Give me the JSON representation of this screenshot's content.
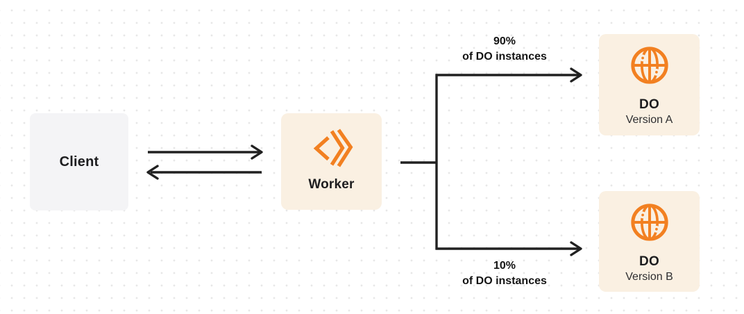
{
  "diagram": {
    "client": {
      "label": "Client"
    },
    "worker": {
      "label": "Worker"
    },
    "do_version_a": {
      "title": "DO",
      "subtitle": "Version A"
    },
    "do_version_b": {
      "title": "DO",
      "subtitle": "Version B"
    },
    "branch_a_label": {
      "line1": "90%",
      "line2": "of DO instances"
    },
    "branch_b_label": {
      "line1": "10%",
      "line2": "of DO instances"
    }
  },
  "icons": {
    "worker_icon": "workers-chevron-icon",
    "do_icon": "globe-icon"
  },
  "colors": {
    "accent_orange": "#F28021",
    "box_cream": "#FAF0E2",
    "box_light_gray": "#F4F4F6",
    "line_dark": "#212121",
    "dot_grid": "#E7E7E7"
  }
}
